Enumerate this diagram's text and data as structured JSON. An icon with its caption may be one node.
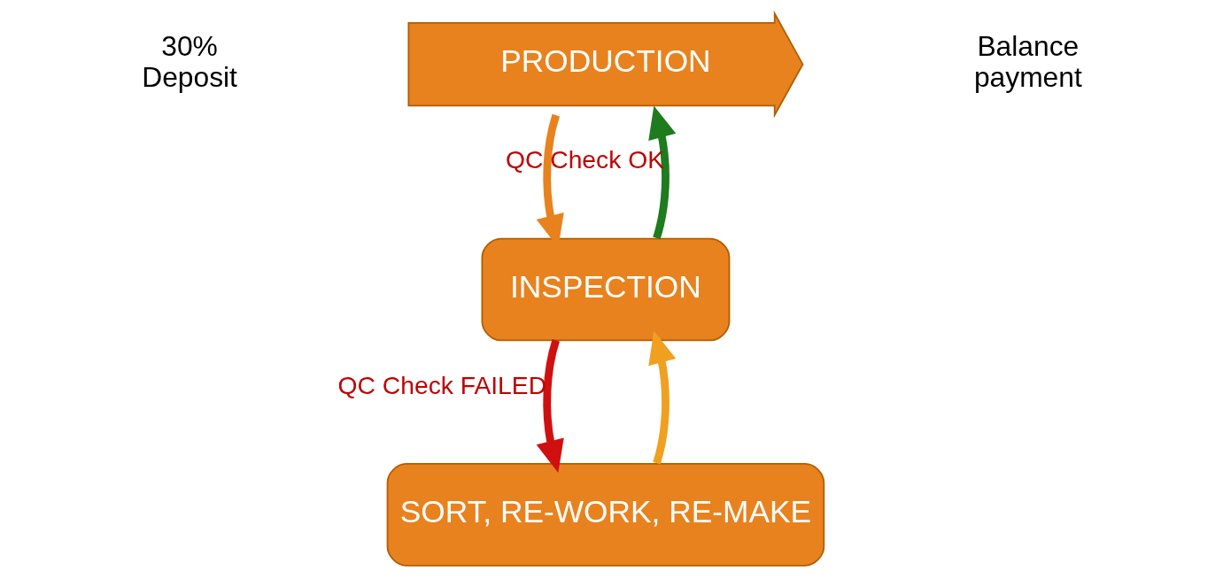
{
  "diagram": {
    "nodes": [
      {
        "text": [
          "PRODUCTION"
        ]
      },
      {
        "text": [
          "INSPECTION"
        ]
      },
      {
        "text": [
          "SORT, RE-WORK, RE-MAKE"
        ]
      }
    ],
    "edges": [
      {
        "from": 0,
        "to": 1,
        "arrow": "to",
        "color": "#e8821e"
      },
      {
        "from": 1,
        "to": 0,
        "arrow": "to",
        "label": "QC Check OK",
        "color": "#1e7b1e"
      },
      {
        "from": 1,
        "to": 2,
        "arrow": "to",
        "label": "QC Check FAILED",
        "color": "#d01010"
      },
      {
        "from": 2,
        "to": 1,
        "arrow": "to",
        "color": "#f0a020"
      }
    ],
    "labels": [
      "30% Deposit",
      "Balance payment"
    ]
  }
}
